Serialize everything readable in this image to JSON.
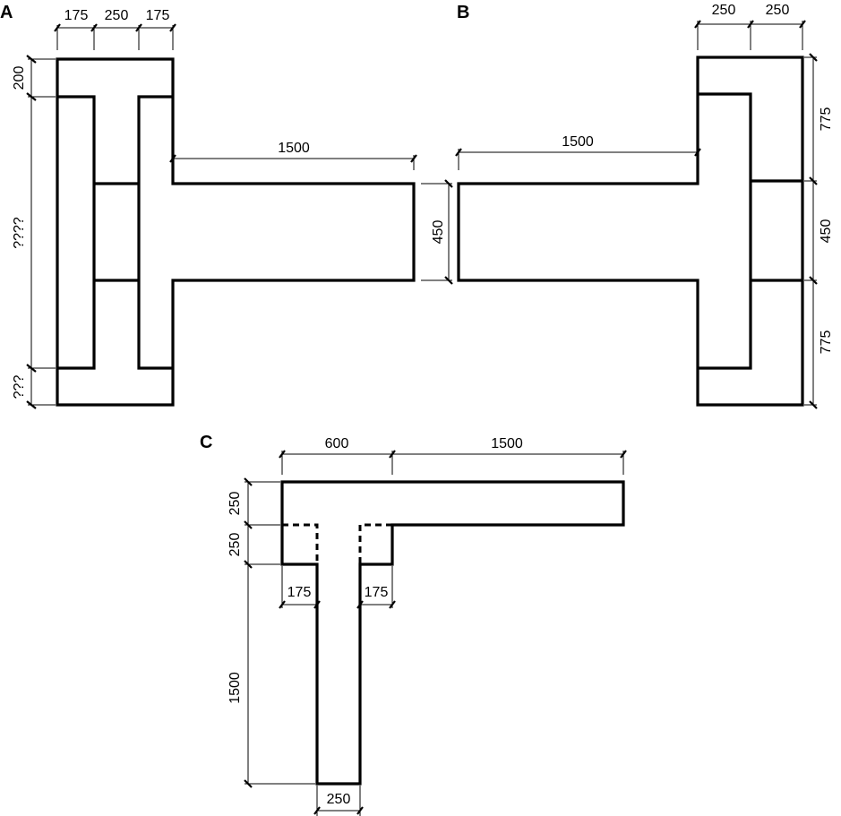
{
  "panels": [
    {
      "label": "A",
      "dims": {
        "top_left": "175",
        "top_mid": "250",
        "top_right": "175",
        "left_top": "200",
        "left_mid": "????",
        "left_bottom": "???",
        "beam_length": "1500",
        "beam_depth": "450"
      }
    },
    {
      "label": "B",
      "dims": {
        "top_left": "250",
        "top_right": "250",
        "beam_length": "1500",
        "beam_depth": "450",
        "right_top": "775",
        "right_mid": "450",
        "right_bottom": "775"
      }
    },
    {
      "label": "C",
      "dims": {
        "top_left": "600",
        "top_right": "1500",
        "left_top": "250",
        "left_mid": "250",
        "left_long": "1500",
        "mid_left": "175",
        "mid_right": "175",
        "bottom": "250"
      }
    }
  ]
}
